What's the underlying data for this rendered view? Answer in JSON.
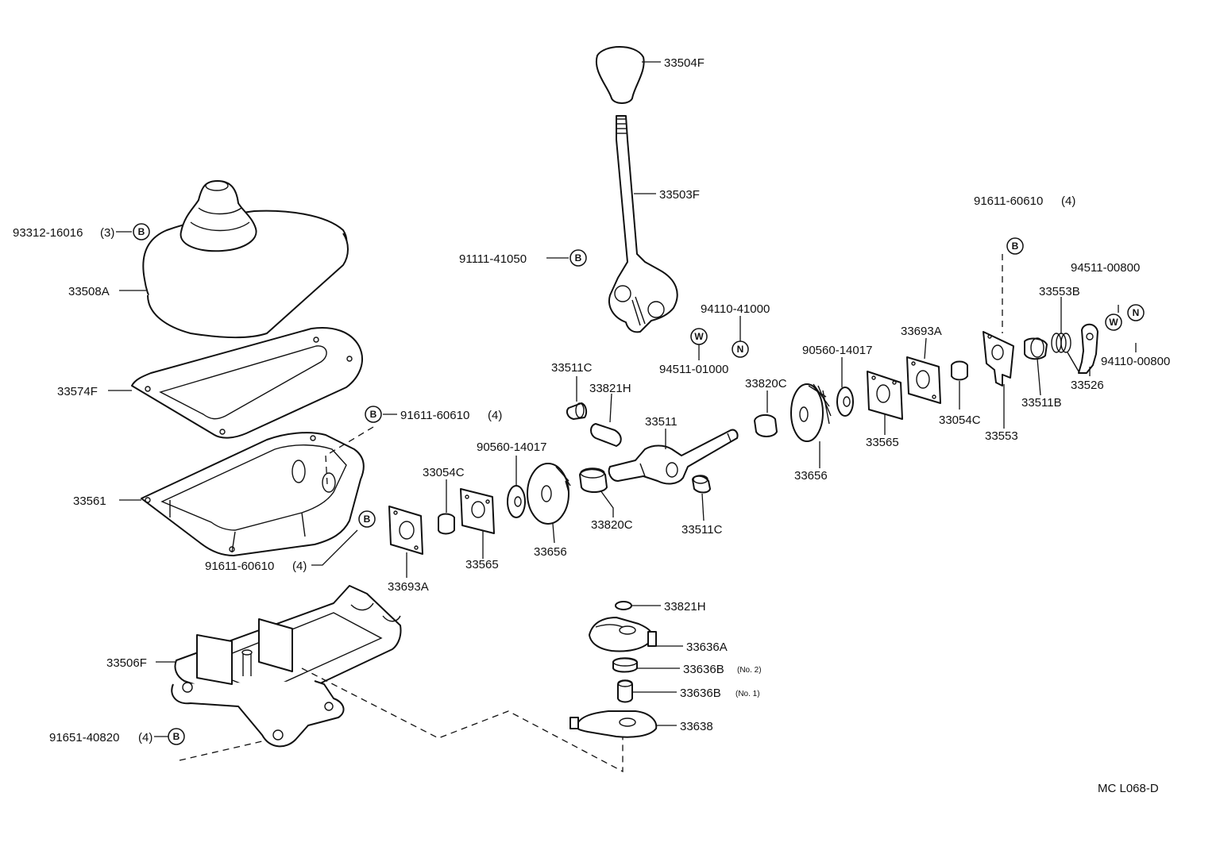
{
  "diagram": {
    "drawing_code": "MC L068-D",
    "parts": {
      "p33504F": "33504F",
      "p33503F": "33503F",
      "p91111_41050": "91111-41050",
      "p93312_16016": "93312-16016",
      "p93312_qty": "(3)",
      "p33508A": "33508A",
      "p33574F": "33574F",
      "p33561": "33561",
      "p91611_a": "91611-60610",
      "p91611_a_qty": "(4)",
      "p91611_b": "91611-60610",
      "p91611_b_qty": "(4)",
      "p91611_c": "91611-60610",
      "p91611_c_qty": "(4)",
      "p33506F": "33506F",
      "p91651_40820": "91651-40820",
      "p91651_qty": "(4)",
      "p94110_41000": "94110-41000",
      "p94511_01000": "94511-01000",
      "p33511C_top": "33511C",
      "p33821H_top": "33821H",
      "p33511": "33511",
      "p33820C_right": "33820C",
      "p90560_right": "90560-14017",
      "p33693A_right": "33693A",
      "p33656_right": "33656",
      "p33565_right": "33565",
      "p33054C_right": "33054C",
      "p33553": "33553",
      "p33511B": "33511B",
      "p33553B": "33553B",
      "p33526": "33526",
      "p94511_00800": "94511-00800",
      "p94110_00800": "94110-00800",
      "p90560_left": "90560-14017",
      "p33054C_left": "33054C",
      "p33565_left": "33565",
      "p33656_left": "33656",
      "p33820C_left": "33820C",
      "p33511C_bottom": "33511C",
      "p33693A_left": "33693A",
      "p33821H_bottom": "33821H",
      "p33636A": "33636A",
      "p33636B_no2": "33636B",
      "p33636B_no2_note": "(No. 2)",
      "p33636B_no1": "33636B",
      "p33636B_no1_note": "(No. 1)",
      "p33638": "33638"
    },
    "marks": {
      "B": "B",
      "W": "W",
      "N": "N"
    }
  }
}
